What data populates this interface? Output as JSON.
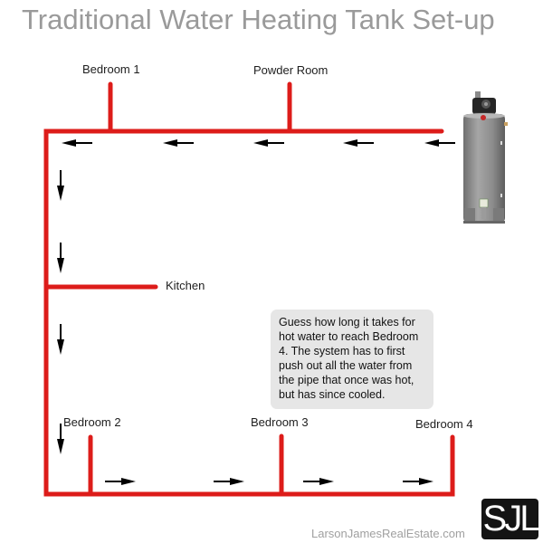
{
  "title": "Traditional Water Heating Tank Set-up",
  "colors": {
    "pipe": "#dd1c1a",
    "arrow": "#000000",
    "title": "#9a9a9a",
    "note_bg": "#e6e6e6",
    "footer": "#a0a0a0",
    "logo_bg": "#141414"
  },
  "rooms": {
    "bedroom1": "Bedroom 1",
    "powder_room": "Powder Room",
    "kitchen": "Kitchen",
    "bedroom2": "Bedroom 2",
    "bedroom3": "Bedroom 3",
    "bedroom4": "Bedroom 4"
  },
  "note": "Guess how long it takes for hot water to reach Bedroom 4.  The system has to first push out all the water from the pipe that once was hot, but has since cooled.",
  "heater": {
    "icon": "water-heater-tank"
  },
  "flow_arrows": {
    "top": [
      "left",
      "left",
      "left",
      "left",
      "left"
    ],
    "left": [
      "down",
      "down",
      "down",
      "down"
    ],
    "bottom": [
      "right",
      "right",
      "right",
      "right"
    ]
  },
  "footer": {
    "website": "LarsonJamesRealEstate.com",
    "logo": "SJL"
  }
}
